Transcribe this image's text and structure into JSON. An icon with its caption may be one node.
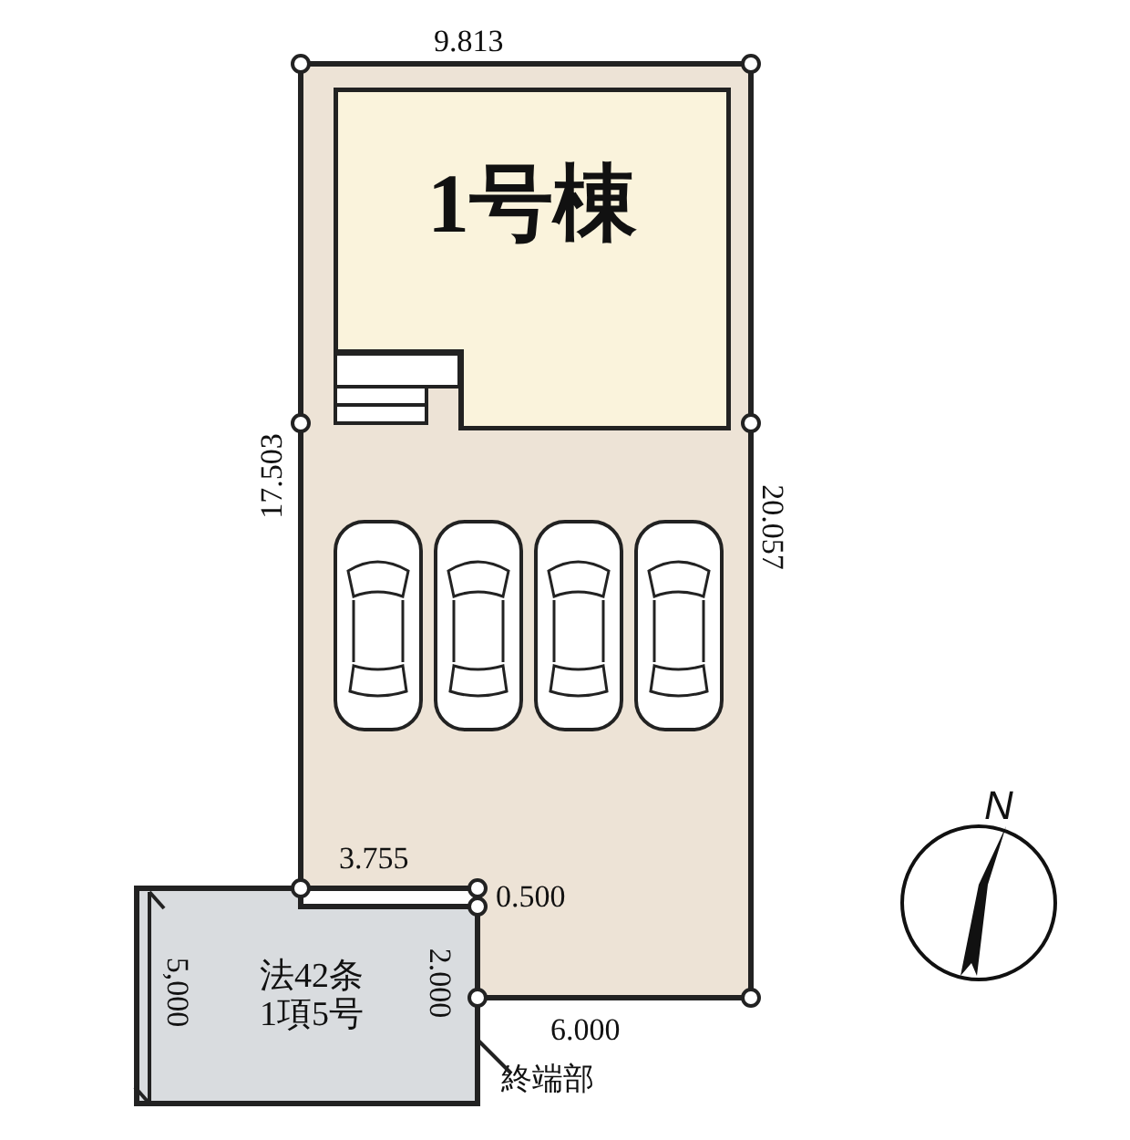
{
  "diagram": {
    "nodes": [
      {
        "text": [],
        "shape": "box"
      },
      {
        "text": [
          "1号棟"
        ],
        "in": 0
      },
      {
        "text": [
          "法42条 1項5号"
        ]
      },
      {
        "text": [
          "終端部"
        ]
      }
    ],
    "edges": [
      {
        "from": 3,
        "to": 2,
        "arrow": "none"
      }
    ],
    "labels": [
      "9.813",
      "17.503",
      "20.057",
      "3.755",
      "0.500",
      "5,000",
      "2.000",
      "6.000",
      "N"
    ]
  }
}
